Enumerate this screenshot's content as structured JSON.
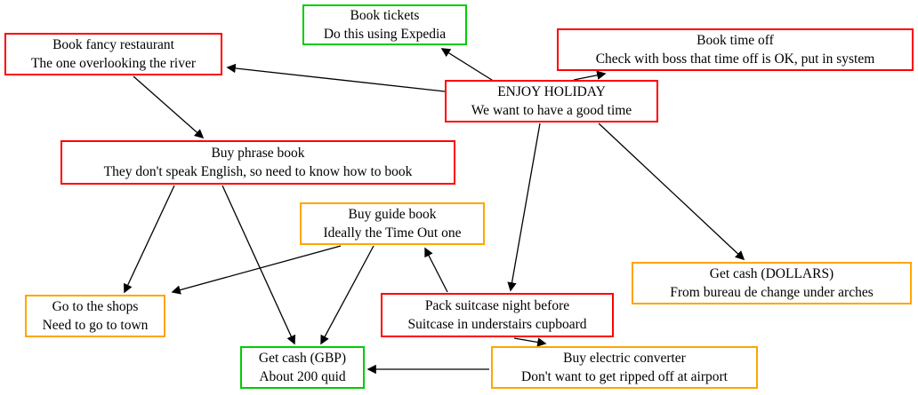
{
  "diagram": {
    "type": "task-dependency-graph",
    "colors": {
      "red": "#ff0000",
      "green": "#00cc00",
      "orange": "#ffa500",
      "edge": "#000000",
      "background": "#ffffff"
    },
    "nodes": {
      "tickets": {
        "line1": "Book tickets",
        "line2": "Do this using Expedia",
        "color": "green"
      },
      "restaurant": {
        "line1": "Book fancy restaurant",
        "line2": "The one overlooking the river",
        "color": "red"
      },
      "timeoff": {
        "line1": "Book time off",
        "line2": "Check with boss that time off is OK, put in system",
        "color": "red"
      },
      "enjoy": {
        "line1": "ENJOY HOLIDAY",
        "line2": "We want to have a good time",
        "color": "red"
      },
      "phrasebook": {
        "line1": "Buy phrase book",
        "line2": "They don't speak English, so need to know how to book",
        "color": "red"
      },
      "guidebook": {
        "line1": "Buy guide book",
        "line2": "Ideally the Time Out one",
        "color": "orange"
      },
      "dollars": {
        "line1": "Get cash (DOLLARS)",
        "line2": "From bureau de change under arches",
        "color": "orange"
      },
      "shops": {
        "line1": "Go to the shops",
        "line2": "Need to go to town",
        "color": "orange"
      },
      "suitcase": {
        "line1": "Pack suitcase night before",
        "line2": "Suitcase in understairs cupboard",
        "color": "red"
      },
      "gbp": {
        "line1": "Get cash (GBP)",
        "line2": "About 200 quid",
        "color": "green"
      },
      "converter": {
        "line1": "Buy electric converter",
        "line2": "Don't want to get ripped off at airport",
        "color": "orange"
      }
    },
    "edges": [
      {
        "from": "enjoy",
        "to": "tickets"
      },
      {
        "from": "enjoy",
        "to": "restaurant"
      },
      {
        "from": "enjoy",
        "to": "timeoff"
      },
      {
        "from": "enjoy",
        "to": "suitcase"
      },
      {
        "from": "enjoy",
        "to": "dollars"
      },
      {
        "from": "restaurant",
        "to": "phrasebook"
      },
      {
        "from": "phrasebook",
        "to": "shops"
      },
      {
        "from": "phrasebook",
        "to": "gbp"
      },
      {
        "from": "guidebook",
        "to": "shops"
      },
      {
        "from": "guidebook",
        "to": "gbp"
      },
      {
        "from": "suitcase",
        "to": "guidebook"
      },
      {
        "from": "suitcase",
        "to": "converter"
      },
      {
        "from": "converter",
        "to": "gbp"
      }
    ]
  }
}
